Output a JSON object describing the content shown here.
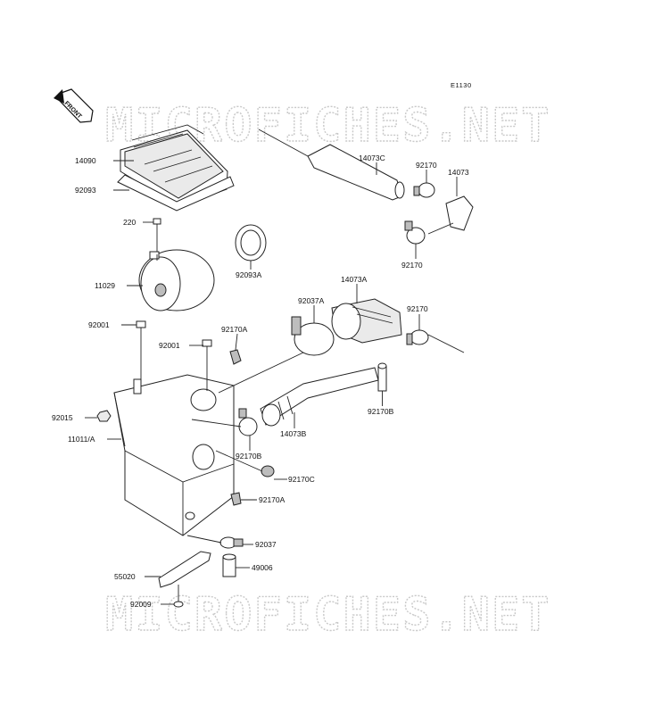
{
  "diagram_code": "E1130",
  "front_label": "FRONT",
  "watermark": "MICROFICHES.NET",
  "parts": {
    "p14090": "14090",
    "p92093": "92093",
    "p220": "220",
    "p11029": "11029",
    "p92093A": "92093A",
    "p92001_left": "92001",
    "p92001_mid": "92001",
    "p92170A_top": "92170A",
    "p92037A": "92037A",
    "p14073A": "14073A",
    "p92170_right": "92170",
    "p14073C": "14073C",
    "p92170_top": "92170",
    "p14073": "14073",
    "p92170_lower": "92170",
    "p92015": "92015",
    "p11011A": "11011/A",
    "p92170B_left": "92170B",
    "p14073B": "14073B",
    "p92170B_right": "92170B",
    "p92170C": "92170C",
    "p92170A_bottom": "92170A",
    "p92037": "92037",
    "p55020": "55020",
    "p49006": "49006",
    "p92009": "92009"
  }
}
